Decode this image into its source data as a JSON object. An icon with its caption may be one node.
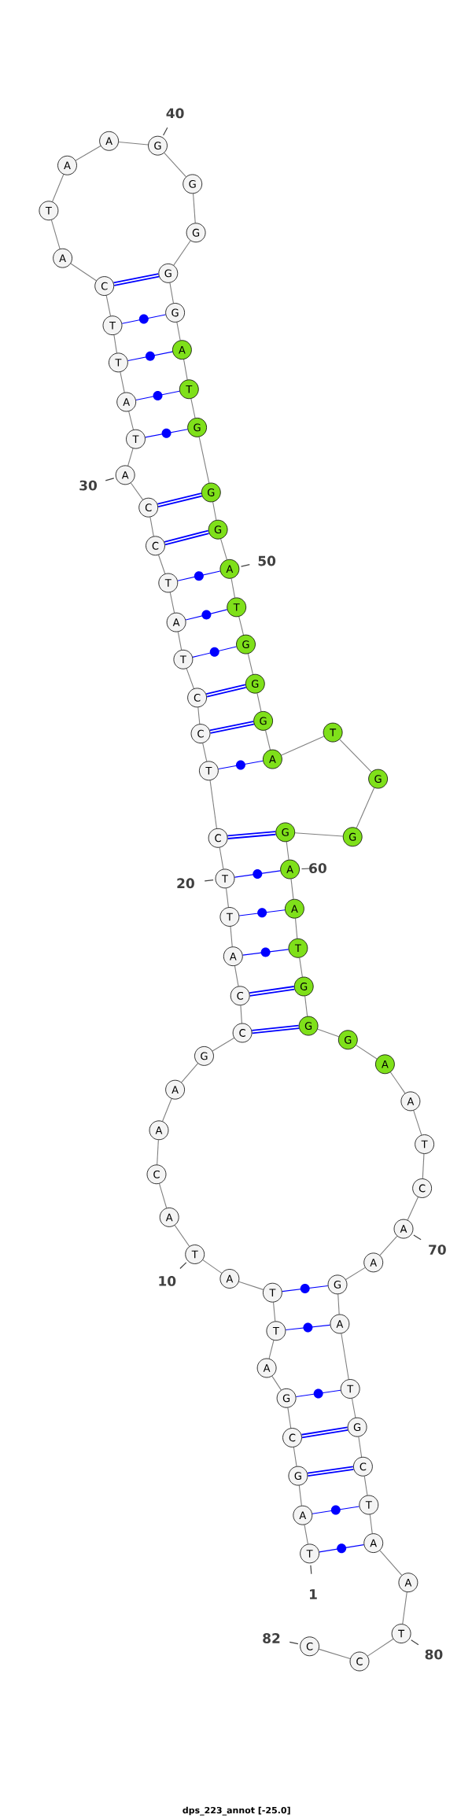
{
  "diagram": {
    "caption": "dps_223_annot [-25.0]",
    "nodes": [
      {
        "text": [
          "T"
        ],
        "beside": [
          "1"
        ]
      },
      {
        "text": [
          "A"
        ]
      },
      {
        "text": [
          "G"
        ]
      },
      {
        "text": [
          "C"
        ]
      },
      {
        "text": [
          "G"
        ]
      },
      {
        "text": [
          "A"
        ]
      },
      {
        "text": [
          "T"
        ]
      },
      {
        "text": [
          "T"
        ]
      },
      {
        "text": [
          "A"
        ]
      },
      {
        "text": [
          "T"
        ],
        "beside": [
          "10"
        ]
      },
      {
        "text": [
          "A"
        ]
      },
      {
        "text": [
          "C"
        ]
      },
      {
        "text": [
          "A"
        ]
      },
      {
        "text": [
          "A"
        ]
      },
      {
        "text": [
          "G"
        ]
      },
      {
        "text": [
          "C"
        ]
      },
      {
        "text": [
          "C"
        ]
      },
      {
        "text": [
          "A"
        ]
      },
      {
        "text": [
          "T"
        ]
      },
      {
        "text": [
          "T"
        ],
        "beside": [
          "20"
        ]
      },
      {
        "text": [
          "C"
        ]
      },
      {
        "text": [
          "T"
        ]
      },
      {
        "text": [
          "C"
        ]
      },
      {
        "text": [
          "C"
        ]
      },
      {
        "text": [
          "T"
        ]
      },
      {
        "text": [
          "A"
        ]
      },
      {
        "text": [
          "T"
        ]
      },
      {
        "text": [
          "C"
        ]
      },
      {
        "text": [
          "C"
        ]
      },
      {
        "text": [
          "A"
        ],
        "beside": [
          "30"
        ]
      },
      {
        "text": [
          "T"
        ]
      },
      {
        "text": [
          "A"
        ]
      },
      {
        "text": [
          "T"
        ]
      },
      {
        "text": [
          "T"
        ]
      },
      {
        "text": [
          "C"
        ]
      },
      {
        "text": [
          "A"
        ]
      },
      {
        "text": [
          "T"
        ]
      },
      {
        "text": [
          "A"
        ]
      },
      {
        "text": [
          "A"
        ]
      },
      {
        "text": [
          "G"
        ],
        "beside": [
          "40"
        ]
      },
      {
        "text": [
          "G"
        ]
      },
      {
        "text": [
          "G"
        ]
      },
      {
        "text": [
          "G"
        ]
      },
      {
        "text": [
          "G"
        ]
      },
      {
        "text": [
          "A"
        ]
      },
      {
        "text": [
          "T"
        ]
      },
      {
        "text": [
          "G"
        ]
      },
      {
        "text": [
          "G"
        ]
      },
      {
        "text": [
          "G"
        ]
      },
      {
        "text": [
          "A"
        ],
        "beside": [
          "50"
        ]
      },
      {
        "text": [
          "T"
        ]
      },
      {
        "text": [
          "G"
        ]
      },
      {
        "text": [
          "G"
        ]
      },
      {
        "text": [
          "G"
        ]
      },
      {
        "text": [
          "A"
        ]
      },
      {
        "text": [
          "T"
        ]
      },
      {
        "text": [
          "G"
        ]
      },
      {
        "text": [
          "G"
        ]
      },
      {
        "text": [
          "G"
        ]
      },
      {
        "text": [
          "A"
        ],
        "beside": [
          "60"
        ]
      },
      {
        "text": [
          "A"
        ]
      },
      {
        "text": [
          "T"
        ]
      },
      {
        "text": [
          "G"
        ]
      },
      {
        "text": [
          "G"
        ]
      },
      {
        "text": [
          "G"
        ]
      },
      {
        "text": [
          "A"
        ]
      },
      {
        "text": [
          "A"
        ]
      },
      {
        "text": [
          "T"
        ]
      },
      {
        "text": [
          "C"
        ]
      },
      {
        "text": [
          "A"
        ],
        "beside": [
          "70"
        ]
      },
      {
        "text": [
          "A"
        ]
      },
      {
        "text": [
          "G"
        ]
      },
      {
        "text": [
          "A"
        ]
      },
      {
        "text": [
          "T"
        ]
      },
      {
        "text": [
          "G"
        ]
      },
      {
        "text": [
          "C"
        ]
      },
      {
        "text": [
          "T"
        ]
      },
      {
        "text": [
          "A"
        ]
      },
      {
        "text": [
          "A"
        ]
      },
      {
        "text": [
          "T"
        ],
        "beside": [
          "80"
        ]
      },
      {
        "text": [
          "C"
        ]
      },
      {
        "text": [
          "C"
        ],
        "beside": [
          "82"
        ]
      }
    ],
    "edges": [
      {
        "from": 0,
        "to": 1,
        "arrow": "none"
      },
      {
        "from": 1,
        "to": 2,
        "arrow": "none"
      },
      {
        "from": 2,
        "to": 3,
        "arrow": "none"
      },
      {
        "from": 3,
        "to": 4,
        "arrow": "none"
      },
      {
        "from": 4,
        "to": 5,
        "arrow": "none"
      },
      {
        "from": 5,
        "to": 6,
        "arrow": "none"
      },
      {
        "from": 6,
        "to": 7,
        "arrow": "none"
      },
      {
        "from": 7,
        "to": 8,
        "arrow": "none"
      },
      {
        "from": 8,
        "to": 9,
        "arrow": "none"
      },
      {
        "from": 9,
        "to": 10,
        "arrow": "none"
      },
      {
        "from": 10,
        "to": 11,
        "arrow": "none"
      },
      {
        "from": 11,
        "to": 12,
        "arrow": "none"
      },
      {
        "from": 12,
        "to": 13,
        "arrow": "none"
      },
      {
        "from": 13,
        "to": 14,
        "arrow": "none"
      },
      {
        "from": 14,
        "to": 15,
        "arrow": "none"
      },
      {
        "from": 15,
        "to": 16,
        "arrow": "none"
      },
      {
        "from": 16,
        "to": 17,
        "arrow": "none"
      },
      {
        "from": 17,
        "to": 18,
        "arrow": "none"
      },
      {
        "from": 18,
        "to": 19,
        "arrow": "none"
      },
      {
        "from": 19,
        "to": 20,
        "arrow": "none"
      },
      {
        "from": 20,
        "to": 21,
        "arrow": "none"
      },
      {
        "from": 21,
        "to": 22,
        "arrow": "none"
      },
      {
        "from": 22,
        "to": 23,
        "arrow": "none"
      },
      {
        "from": 23,
        "to": 24,
        "arrow": "none"
      },
      {
        "from": 24,
        "to": 25,
        "arrow": "none"
      },
      {
        "from": 25,
        "to": 26,
        "arrow": "none"
      },
      {
        "from": 26,
        "to": 27,
        "arrow": "none"
      },
      {
        "from": 27,
        "to": 28,
        "arrow": "none"
      },
      {
        "from": 28,
        "to": 29,
        "arrow": "none"
      },
      {
        "from": 29,
        "to": 30,
        "arrow": "none"
      },
      {
        "from": 30,
        "to": 31,
        "arrow": "none"
      },
      {
        "from": 31,
        "to": 32,
        "arrow": "none"
      },
      {
        "from": 32,
        "to": 33,
        "arrow": "none"
      },
      {
        "from": 33,
        "to": 34,
        "arrow": "none"
      },
      {
        "from": 34,
        "to": 35,
        "arrow": "none"
      },
      {
        "from": 35,
        "to": 36,
        "arrow": "none"
      },
      {
        "from": 36,
        "to": 37,
        "arrow": "none"
      },
      {
        "from": 37,
        "to": 38,
        "arrow": "none"
      },
      {
        "from": 38,
        "to": 39,
        "arrow": "none"
      },
      {
        "from": 39,
        "to": 40,
        "arrow": "none"
      },
      {
        "from": 40,
        "to": 41,
        "arrow": "none"
      },
      {
        "from": 41,
        "to": 42,
        "arrow": "none"
      },
      {
        "from": 42,
        "to": 43,
        "arrow": "none"
      },
      {
        "from": 43,
        "to": 44,
        "arrow": "none"
      },
      {
        "from": 44,
        "to": 45,
        "arrow": "none"
      },
      {
        "from": 45,
        "to": 46,
        "arrow": "none"
      },
      {
        "from": 46,
        "to": 47,
        "arrow": "none"
      },
      {
        "from": 47,
        "to": 48,
        "arrow": "none"
      },
      {
        "from": 48,
        "to": 49,
        "arrow": "none"
      },
      {
        "from": 49,
        "to": 50,
        "arrow": "none"
      },
      {
        "from": 50,
        "to": 51,
        "arrow": "none"
      },
      {
        "from": 51,
        "to": 52,
        "arrow": "none"
      },
      {
        "from": 52,
        "to": 53,
        "arrow": "none"
      },
      {
        "from": 53,
        "to": 54,
        "arrow": "none"
      },
      {
        "from": 54,
        "to": 55,
        "arrow": "none"
      },
      {
        "from": 55,
        "to": 56,
        "arrow": "none"
      },
      {
        "from": 56,
        "to": 57,
        "arrow": "none"
      },
      {
        "from": 57,
        "to": 58,
        "arrow": "none"
      },
      {
        "from": 58,
        "to": 59,
        "arrow": "none"
      },
      {
        "from": 59,
        "to": 60,
        "arrow": "none"
      },
      {
        "from": 60,
        "to": 61,
        "arrow": "none"
      },
      {
        "from": 61,
        "to": 62,
        "arrow": "none"
      },
      {
        "from": 62,
        "to": 63,
        "arrow": "none"
      },
      {
        "from": 63,
        "to": 64,
        "arrow": "none"
      },
      {
        "from": 64,
        "to": 65,
        "arrow": "none"
      },
      {
        "from": 65,
        "to": 66,
        "arrow": "none"
      },
      {
        "from": 66,
        "to": 67,
        "arrow": "none"
      },
      {
        "from": 67,
        "to": 68,
        "arrow": "none"
      },
      {
        "from": 68,
        "to": 69,
        "arrow": "none"
      },
      {
        "from": 69,
        "to": 70,
        "arrow": "none"
      },
      {
        "from": 70,
        "to": 71,
        "arrow": "none"
      },
      {
        "from": 71,
        "to": 72,
        "arrow": "none"
      },
      {
        "from": 72,
        "to": 73,
        "arrow": "none"
      },
      {
        "from": 73,
        "to": 74,
        "arrow": "none"
      },
      {
        "from": 74,
        "to": 75,
        "arrow": "none"
      },
      {
        "from": 75,
        "to": 76,
        "arrow": "none"
      },
      {
        "from": 76,
        "to": 77,
        "arrow": "none"
      },
      {
        "from": 77,
        "to": 78,
        "arrow": "none"
      },
      {
        "from": 78,
        "to": 79,
        "arrow": "none"
      },
      {
        "from": 79,
        "to": 80,
        "arrow": "none"
      },
      {
        "from": 80,
        "to": 81,
        "arrow": "none"
      },
      {
        "from": 0,
        "to": 77,
        "arrow": "none",
        "color": "#0000ff"
      },
      {
        "from": 1,
        "to": 76,
        "arrow": "none",
        "color": "#0000ff"
      },
      {
        "from": 2,
        "to": 75,
        "arrow": "none",
        "color": "#0000ff",
        "style": "thick"
      },
      {
        "from": 3,
        "to": 74,
        "arrow": "none",
        "color": "#0000ff",
        "style": "thick"
      },
      {
        "from": 4,
        "to": 73,
        "arrow": "none",
        "color": "#0000ff"
      },
      {
        "from": 6,
        "to": 72,
        "arrow": "none",
        "color": "#0000ff"
      },
      {
        "from": 7,
        "to": 71,
        "arrow": "none",
        "color": "#0000ff"
      },
      {
        "from": 15,
        "to": 63,
        "arrow": "none",
        "color": "#0000ff",
        "style": "thick"
      },
      {
        "from": 16,
        "to": 62,
        "arrow": "none",
        "color": "#0000ff",
        "style": "thick"
      },
      {
        "from": 17,
        "to": 61,
        "arrow": "none",
        "color": "#0000ff"
      },
      {
        "from": 18,
        "to": 60,
        "arrow": "none",
        "color": "#0000ff"
      },
      {
        "from": 19,
        "to": 59,
        "arrow": "none",
        "color": "#0000ff"
      },
      {
        "from": 20,
        "to": 58,
        "arrow": "none",
        "color": "#0000ff",
        "style": "thick"
      },
      {
        "from": 21,
        "to": 54,
        "arrow": "none",
        "color": "#0000ff"
      },
      {
        "from": 22,
        "to": 53,
        "arrow": "none",
        "color": "#0000ff",
        "style": "thick"
      },
      {
        "from": 23,
        "to": 52,
        "arrow": "none",
        "color": "#0000ff",
        "style": "thick"
      },
      {
        "from": 24,
        "to": 51,
        "arrow": "none",
        "color": "#0000ff"
      },
      {
        "from": 25,
        "to": 50,
        "arrow": "none",
        "color": "#0000ff"
      },
      {
        "from": 26,
        "to": 49,
        "arrow": "none",
        "color": "#0000ff"
      },
      {
        "from": 27,
        "to": 48,
        "arrow": "none",
        "color": "#0000ff",
        "style": "thick"
      },
      {
        "from": 28,
        "to": 47,
        "arrow": "none",
        "color": "#0000ff",
        "style": "thick"
      },
      {
        "from": 30,
        "to": 46,
        "arrow": "none",
        "color": "#0000ff"
      },
      {
        "from": 31,
        "to": 45,
        "arrow": "none",
        "color": "#0000ff"
      },
      {
        "from": 32,
        "to": 44,
        "arrow": "none",
        "color": "#0000ff"
      },
      {
        "from": 33,
        "to": 43,
        "arrow": "none",
        "color": "#0000ff"
      },
      {
        "from": 34,
        "to": 42,
        "arrow": "none",
        "color": "#0000ff",
        "style": "thick"
      }
    ]
  }
}
